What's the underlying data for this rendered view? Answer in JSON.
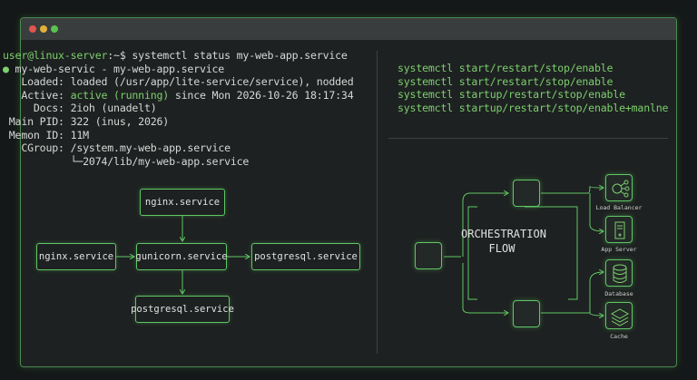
{
  "window": {
    "controls": {
      "close_color": "#e0554d",
      "minimize_color": "#e0b03a",
      "maximize_color": "#5ac24f"
    }
  },
  "terminal": {
    "prompt": "user@linux-server",
    "prompt_suffix": ":~$ systemctl status my-web-app.service",
    "lines": [
      {
        "label": "● my-web-servic - my-web-app.service"
      },
      {
        "label": "   Loaded: ",
        "value": "loaded (/usr/app/lite-service/service), nodded"
      },
      {
        "label": "   Active: ",
        "status": "active (running)",
        "value": " since Mon 2026-10-26 18:17:34"
      },
      {
        "label": "     Docs: ",
        "value": "2ioh (unadelt)"
      },
      {
        "label": " Main PID: ",
        "value": "322 (inus, 2026)"
      },
      {
        "label": " Memon ID: ",
        "value": "11M"
      },
      {
        "label": "   CGroup: ",
        "value": "/system.my-web-app.service"
      },
      {
        "label": "           ",
        "value": "└─2074/lib/my-web-app.service"
      }
    ]
  },
  "commands": [
    "systemctl start/restart/stop/enable",
    "systemctl start/restart/stop/enable",
    "systemctl startup/restart/stop/enable",
    "systemctl startup/restart/stop/enable+manlne"
  ],
  "dependency_diagram": {
    "top": "nginx.service",
    "left": "nginx.service",
    "center": "gunicorn.service",
    "right": "postgresql.service",
    "bottom": "postgresql.service"
  },
  "orchestration": {
    "title_line1": "ORCHESTRATION",
    "title_line2": "FLOW",
    "targets": [
      {
        "label": "Load Balancer",
        "icon": "share-nodes-icon"
      },
      {
        "label": "App Server",
        "icon": "server-icon"
      },
      {
        "label": "Database",
        "icon": "database-icon"
      },
      {
        "label": "Cache",
        "icon": "layers-icon"
      }
    ]
  },
  "colors": {
    "accent": "#5fc765",
    "status_green": "#7ccf6e"
  }
}
